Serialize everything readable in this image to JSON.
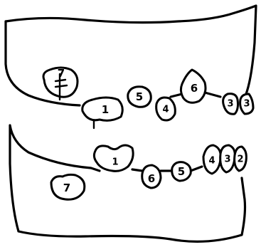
{
  "upper_jaw": {
    "teeth": [
      {
        "id": "u-root",
        "label": "7"
      },
      {
        "id": "u-1",
        "label": "1"
      },
      {
        "id": "u-5",
        "label": "5"
      },
      {
        "id": "u-4",
        "label": "4"
      },
      {
        "id": "u-6",
        "label": "6"
      },
      {
        "id": "u-3a",
        "label": "3"
      },
      {
        "id": "u-3b",
        "label": "3"
      }
    ]
  },
  "lower_jaw": {
    "teeth": [
      {
        "id": "l-1",
        "label": "1"
      },
      {
        "id": "l-6",
        "label": "6"
      },
      {
        "id": "l-5",
        "label": "5"
      },
      {
        "id": "l-4",
        "label": "4"
      },
      {
        "id": "l-3",
        "label": "3"
      },
      {
        "id": "l-2",
        "label": "2"
      },
      {
        "id": "l-root",
        "label": "7"
      }
    ]
  },
  "colors": {
    "stroke": "#000000",
    "background": "#ffffff"
  }
}
